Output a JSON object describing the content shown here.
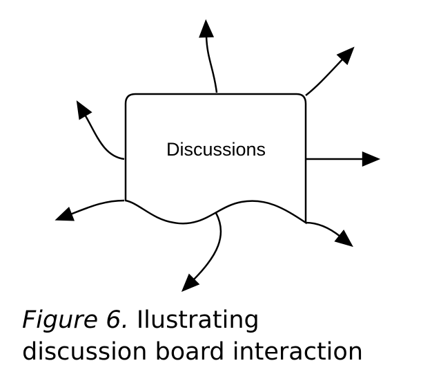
{
  "diagram": {
    "node_label": "Discussions",
    "arrow_count": 7
  },
  "caption": {
    "figure_label": "Figure 6.",
    "line1_text": "Ilustrating",
    "line2_text": "discussion board interaction"
  }
}
